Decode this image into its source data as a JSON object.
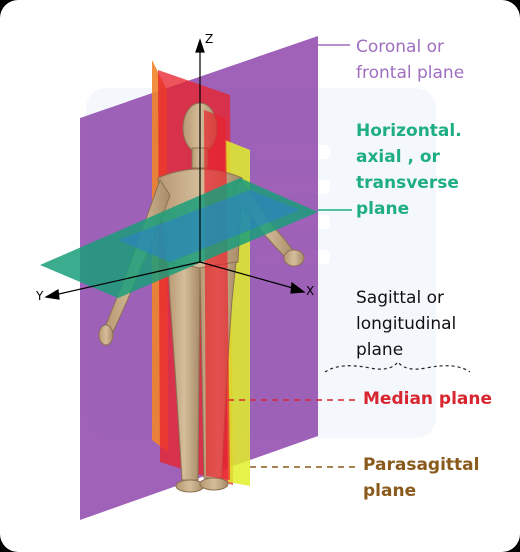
{
  "axes": {
    "z": "Z",
    "x": "X",
    "y": "Y"
  },
  "labels": {
    "coronal": [
      "Coronal or",
      "frontal plane"
    ],
    "horizontal": [
      "Horizontal.",
      "axial , or",
      "transverse",
      "plane"
    ],
    "sagittal": [
      "Sagittal or",
      "longitudinal",
      "plane"
    ],
    "median": [
      "Median plane"
    ],
    "parasagittal": [
      "Parasagittal",
      "plane"
    ]
  },
  "colors": {
    "coronal": "#a06fbf",
    "horizontal": "#1fae84",
    "sagittal": "#111111",
    "median": "#d7262f",
    "parasagittal": "#8a5a1c",
    "coronal_plane_fill": "#8a3fa8",
    "median_plane_fill": "#e8242e",
    "parasagittal_plane_fill": "#e2ee2a",
    "horizontal_plane_fill": "#1a9e7a",
    "skin": "#c7ad8a"
  }
}
